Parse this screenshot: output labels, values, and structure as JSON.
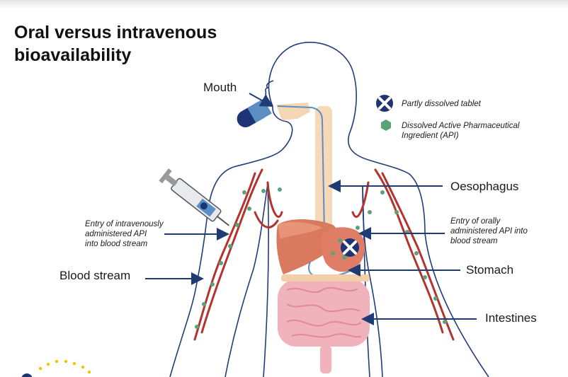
{
  "title": {
    "line1": "Oral versus intravenous",
    "line2": "bioavailability"
  },
  "labels": {
    "mouth": "Mouth",
    "oesophagus": "Oesophagus",
    "stomach": "Stomach",
    "intestines": "Intestines",
    "blood_stream": "Blood stream",
    "entry_iv": [
      "Entry of intravenously",
      "administered API",
      "into blood stream"
    ],
    "entry_oral": [
      "Entry of orally",
      "administered API into",
      "blood stream"
    ]
  },
  "legend": {
    "tablet_text": "Partly dissolved tablet",
    "api_text": [
      "Dissolved Active Pharmaceutical",
      "Ingredient (API)"
    ]
  },
  "colors": {
    "outline": "#243b7a",
    "arrow": "#1f3b73",
    "api_green": "#5aa37a",
    "stomach_liver": "#d97a5f",
    "intestine": "#f1b3bb",
    "blood_red": "#b4332e",
    "oesophagus_tan": "#f2cfa8",
    "tablet_navy": "#1d3476"
  }
}
